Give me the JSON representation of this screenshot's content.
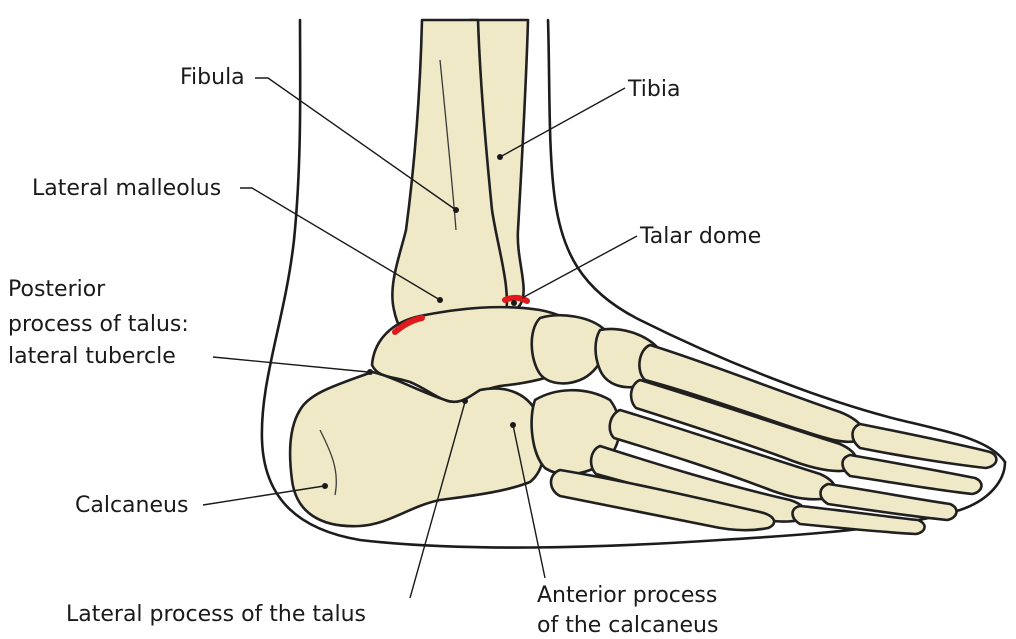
{
  "labels": {
    "fibula": "Fibula",
    "tibia": "Tibia",
    "lateral_malleolus": "Lateral malleolus",
    "talar_dome": "Talar dome",
    "posterior_process_line1": "Posterior",
    "posterior_process_line2": "process of talus:",
    "posterior_process_line3": "lateral tubercle",
    "calcaneus": "Calcaneus",
    "lateral_process": "Lateral process of the talus",
    "anterior_process_line1": "Anterior process",
    "anterior_process_line2": "of the calcaneus"
  },
  "colors": {
    "bone_fill": "#efe9c7",
    "outline": "#1c1c1c",
    "highlight": "#e0191d"
  }
}
